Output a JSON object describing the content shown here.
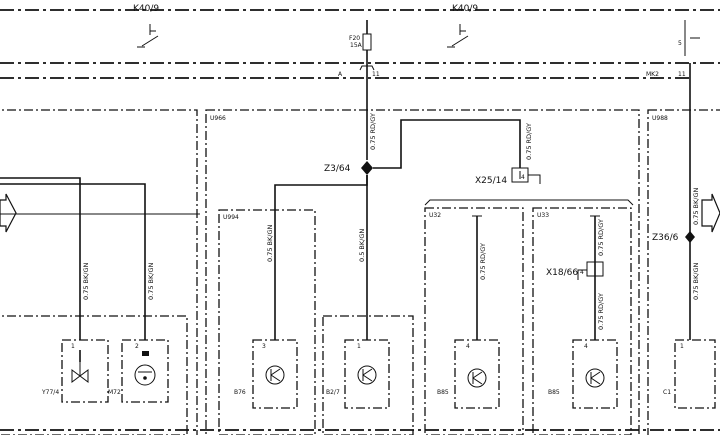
{
  "top_labels": {
    "k40_left": "K40/9",
    "k40_right": "K40/9"
  },
  "fuse": {
    "name": "F20",
    "rating": "15A"
  },
  "connector_labels": {
    "a": "A",
    "mk2": "MK2"
  },
  "modules": {
    "u966": "U966",
    "u988": "U988",
    "u994": "U994",
    "u32": "U32",
    "u33": "U33"
  },
  "nodes": {
    "z3_64": "Z3/64",
    "x25_14": "X25/14",
    "x18_66": "X18/66",
    "z36_6": "Z36/6"
  },
  "wires": {
    "rd_gy": "0.75 RD/GY",
    "bk_gn": "0.75 BK/GN",
    "bk_gn_b": "0.5 BK/GN",
    "rd_gy_b": "0.75 RD/GY"
  },
  "components": {
    "y77_4": "Y77/4",
    "m72": "M72",
    "b76": "B76",
    "b2_7": "B2/7",
    "b85_a": "B85",
    "b85_b": "B85",
    "c1": "C1"
  },
  "pins": {
    "y77": "1",
    "m72": "2",
    "b76": "3",
    "b27": "1",
    "b85a": "4",
    "b85b": "4",
    "c1": "1",
    "x25": "4",
    "x18": "4",
    "f20_11": "11",
    "mk2_11": "11",
    "mk2_5": "5"
  }
}
